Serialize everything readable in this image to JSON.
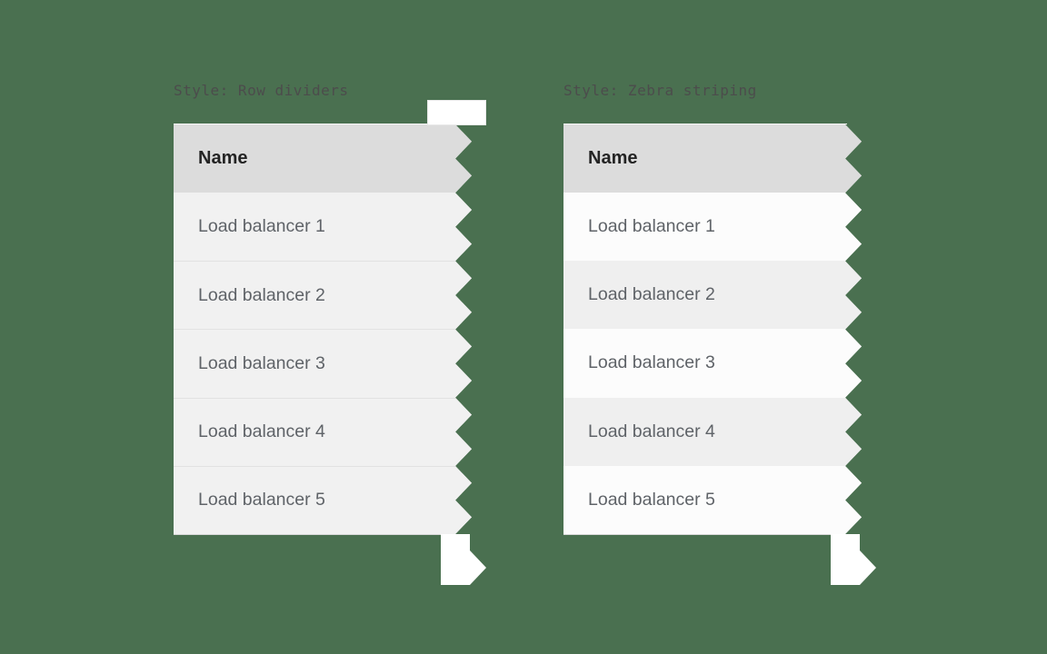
{
  "background_color": "#4a7050",
  "panels": [
    {
      "id": "row-dividers",
      "style_label": "Style: Row dividers",
      "variant": "dividers",
      "header": "Name",
      "rows": [
        "Load balancer 1",
        "Load balancer 2",
        "Load balancer 3",
        "Load balancer 4",
        "Load balancer 5"
      ],
      "colors": {
        "header_bg": "#dcdcdc",
        "header_text": "#242424",
        "row_bg": "#f1f1f1",
        "row_text": "#5f6368",
        "divider": "#e2e2e2"
      },
      "has_top_flag": true,
      "has_bottom_flag": true
    },
    {
      "id": "zebra-striping",
      "style_label": "Style: Zebra striping",
      "variant": "zebra",
      "header": "Name",
      "rows": [
        "Load balancer 1",
        "Load balancer 2",
        "Load balancer 3",
        "Load balancer 4",
        "Load balancer 5"
      ],
      "colors": {
        "header_bg": "#dcdcdc",
        "header_text": "#242424",
        "row_bg_odd": "#fcfcfc",
        "row_bg_even": "#efefef",
        "row_text": "#5f6368"
      },
      "has_top_flag": false,
      "has_bottom_flag": true
    }
  ],
  "label_color": "#4c4c4c"
}
